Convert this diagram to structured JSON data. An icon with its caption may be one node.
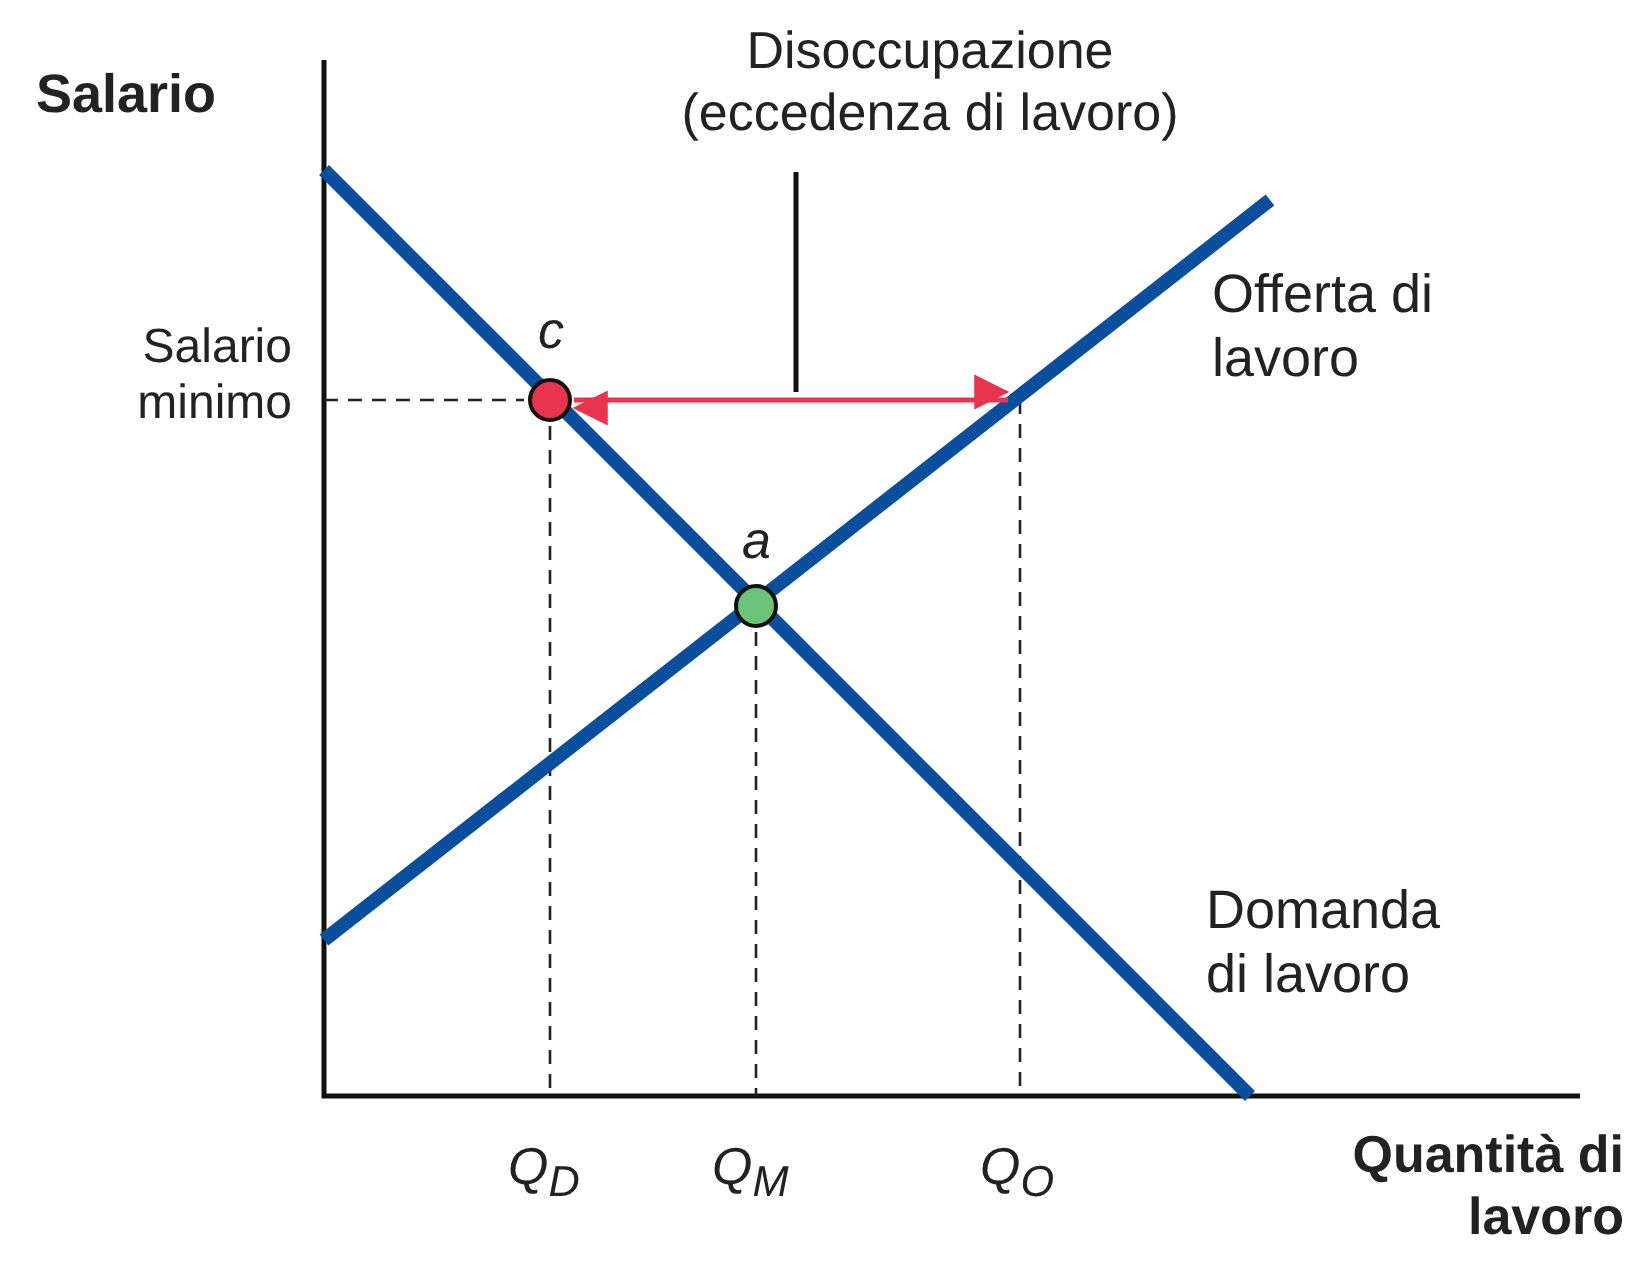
{
  "diagram": {
    "nodes": [
      {
        "text": [
          "c"
        ]
      },
      {
        "text": [
          "a"
        ]
      },
      {
        "text": [
          "Disoccupazione (eccedenza di lavoro)"
        ]
      }
    ],
    "edges": [
      {
        "from": 0,
        "to": null,
        "arrow": "both",
        "color": "#e8344e"
      },
      {
        "from": 2,
        "to": null,
        "arrow": "none",
        "color": "#111111"
      }
    ],
    "labels": [
      "Salario",
      "Salario minimo",
      "Offerta di lavoro",
      "Domanda di lavoro",
      "Q$_{D}$",
      "Q$_{M}$",
      "Q$_{O}$",
      "Quantità di lavoro"
    ]
  }
}
